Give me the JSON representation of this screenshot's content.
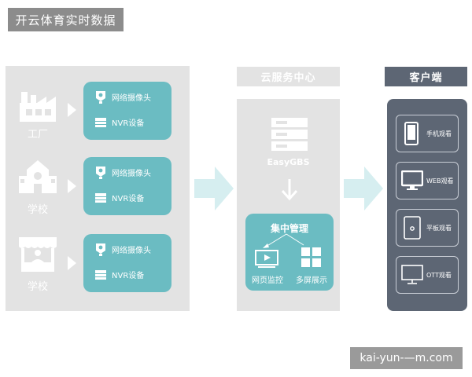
{
  "header": {
    "title": "开云体育实时数据"
  },
  "left": {
    "sites": [
      {
        "label": "工厂",
        "devices": {
          "camera": "网络摄像头",
          "nvr": "NVR设备"
        }
      },
      {
        "label": "学校",
        "devices": {
          "camera": "网络摄像头",
          "nvr": "NVR设备"
        }
      },
      {
        "label": "学校",
        "devices": {
          "camera": "网络摄像头",
          "nvr": "NVR设备"
        }
      }
    ]
  },
  "center": {
    "title": "云服务中心",
    "server_label": "EasyGBS",
    "management": {
      "title": "集中管理",
      "items": [
        "网页监控",
        "多屏展示"
      ]
    }
  },
  "right": {
    "title": "客户端",
    "clients": [
      "手机观看",
      "WEB观看",
      "平板观看",
      "OTT观看"
    ]
  },
  "watermark": {
    "text": "kai-yun-—m.com"
  },
  "colors": {
    "panel": "#e3e3e3",
    "teal": "#6bbcc2",
    "dark_panel": "#5d6674",
    "arrow": "#d6eef0",
    "header_bg": "#8c8c8c"
  }
}
